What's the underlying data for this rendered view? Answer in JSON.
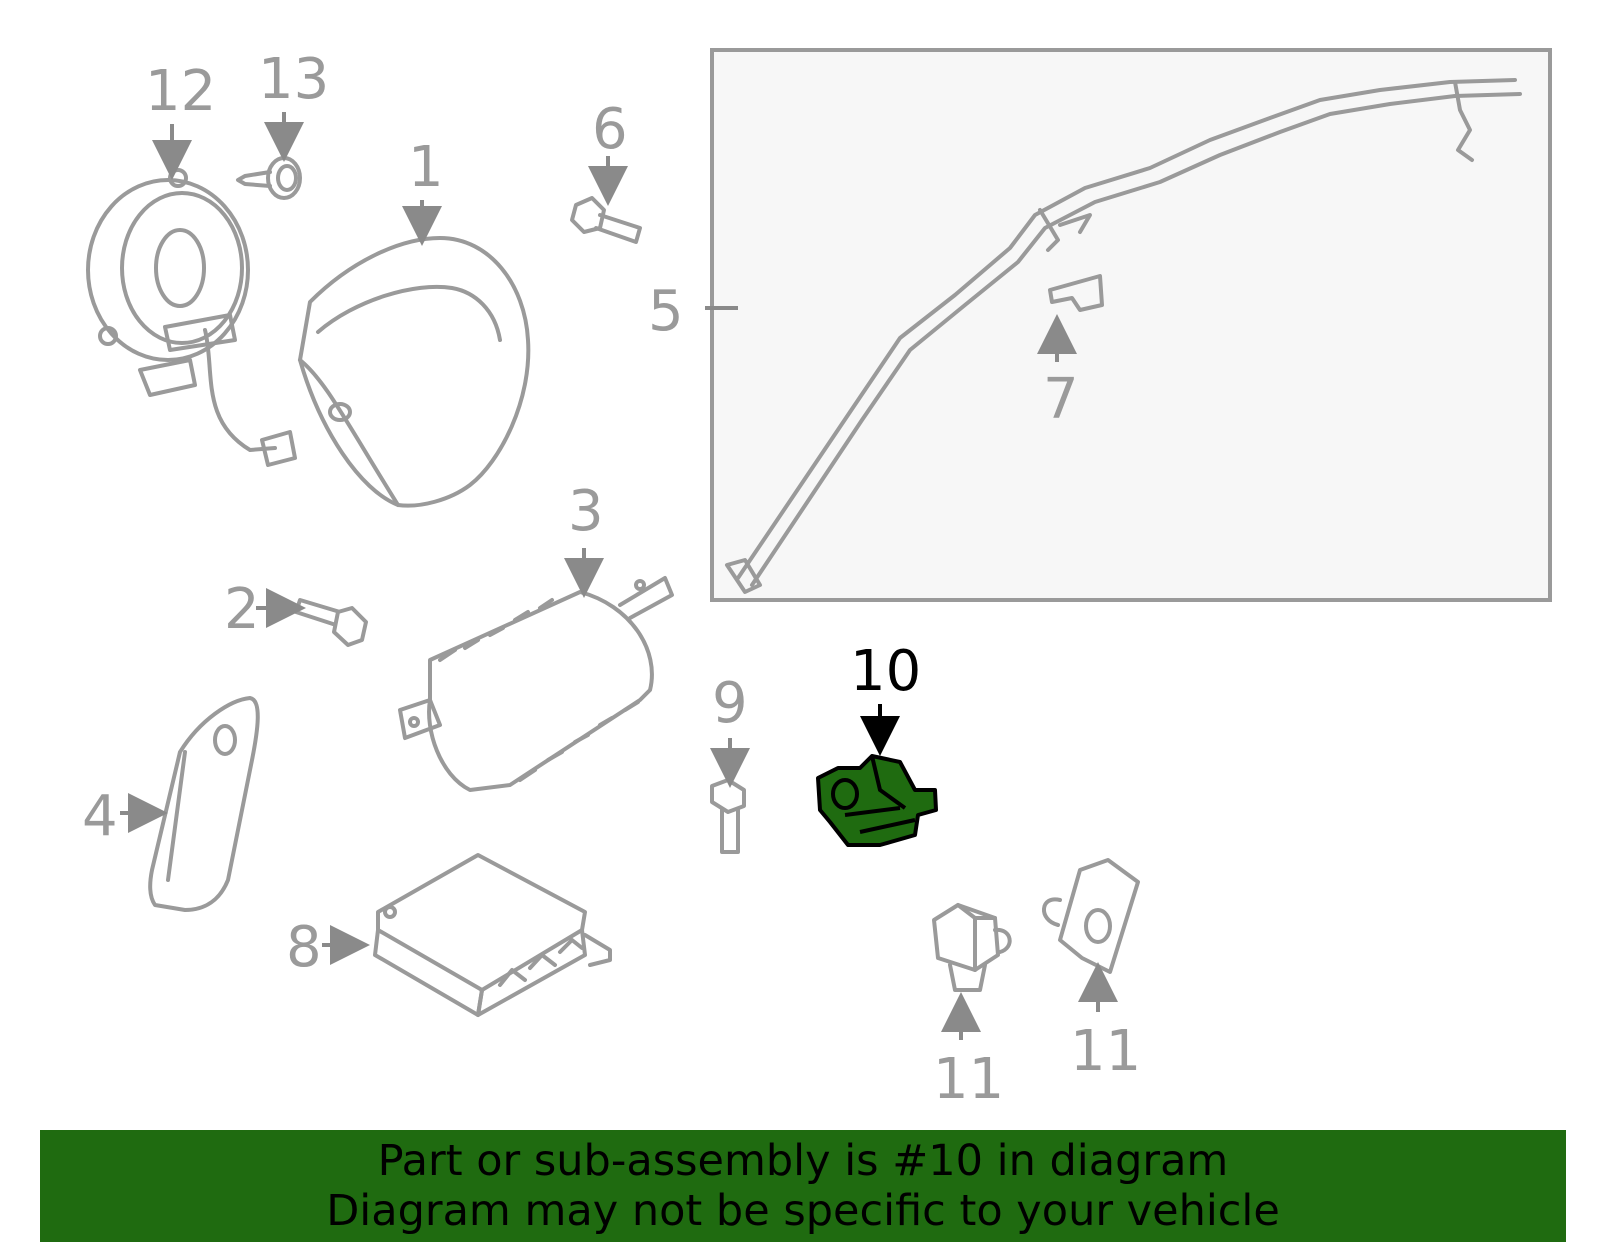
{
  "diagram": {
    "highlight_color": "#1f6b10",
    "part_color": "#9a9a9a",
    "callouts": [
      {
        "label": "1"
      },
      {
        "label": "2"
      },
      {
        "label": "3"
      },
      {
        "label": "4"
      },
      {
        "label": "5"
      },
      {
        "label": "6"
      },
      {
        "label": "7"
      },
      {
        "label": "8"
      },
      {
        "label": "9"
      },
      {
        "label": "10",
        "highlighted": true
      },
      {
        "label": "11"
      },
      {
        "label": "11"
      },
      {
        "label": "12"
      },
      {
        "label": "13"
      }
    ]
  },
  "banner": {
    "line1": "Part or sub-assembly is #10 in diagram",
    "line2": "Diagram may not be specific to your vehicle",
    "background": "#1f6b10"
  }
}
